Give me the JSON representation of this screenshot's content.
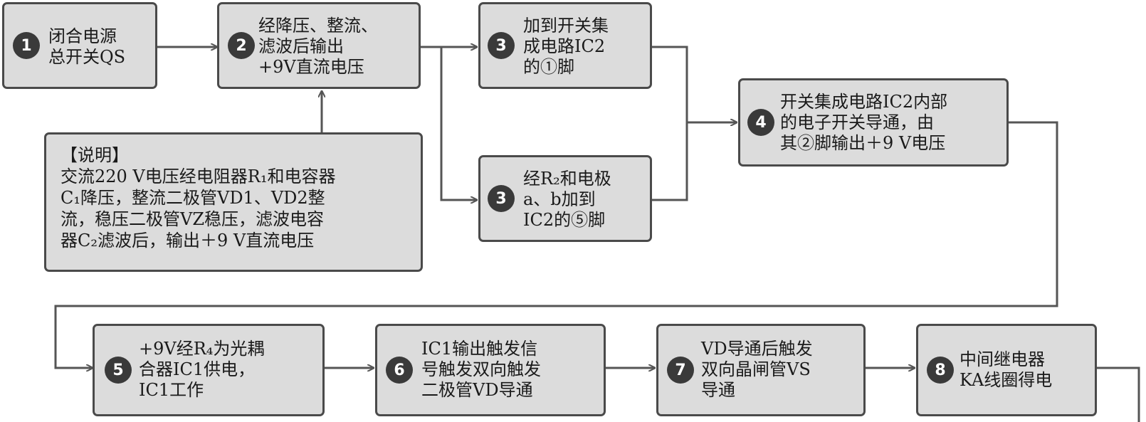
{
  "steps": [
    {
      "id": "s1",
      "num": "1",
      "lines": [
        "闭合电源",
        "总开关QS"
      ]
    },
    {
      "id": "s2",
      "num": "2",
      "lines": [
        "经降压、整流、",
        "滤波后输出",
        "+9V直流电压"
      ]
    },
    {
      "id": "s3a",
      "num": "3",
      "lines": [
        "加到开关集",
        "成电路IC2",
        "的①脚"
      ]
    },
    {
      "id": "s3b",
      "num": "3",
      "lines": [
        "经R₂和电极",
        "a、b加到",
        "IC2的⑤脚"
      ]
    },
    {
      "id": "s4",
      "num": "4",
      "lines": [
        "开关集成电路IC2内部",
        "的电子开关导通，由",
        "其②脚输出＋9 V电压"
      ]
    },
    {
      "id": "s5",
      "num": "5",
      "lines": [
        "+9V经R₄为光耦",
        "合器IC1供电，",
        "IC1工作"
      ]
    },
    {
      "id": "s6",
      "num": "6",
      "lines": [
        "IC1输出触发信",
        "号触发双向触发",
        "二极管VD导通"
      ]
    },
    {
      "id": "s7",
      "num": "7",
      "lines": [
        "VD导通后触发",
        "双向晶闸管VS",
        "导通"
      ]
    },
    {
      "id": "s8",
      "num": "8",
      "lines": [
        "中间继电器",
        "KA线圈得电"
      ]
    }
  ],
  "note": {
    "lines": [
      "【说明】",
      "交流220 V电压经电阻器R₁和电容器",
      "C₁降压，整流二极管VD1、VD2整",
      "流，稳压二极管VZ稳压，滤波电容",
      "器C₂滤波后，输出＋9 V直流电压"
    ]
  }
}
